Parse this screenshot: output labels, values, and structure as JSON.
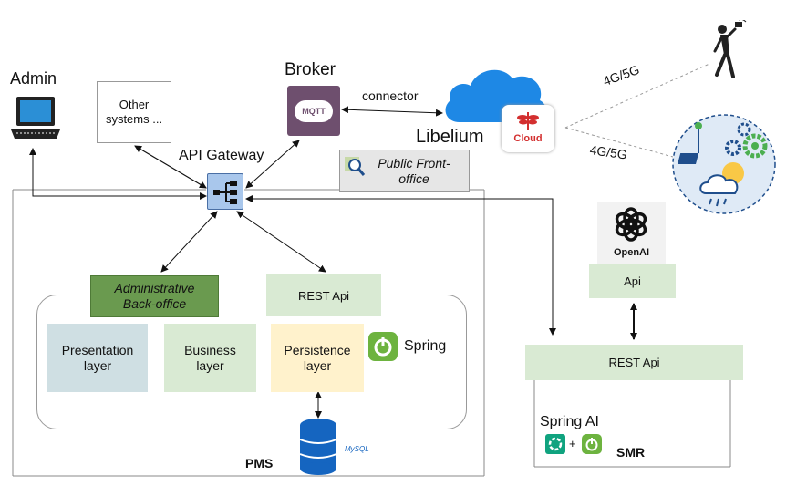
{
  "labels": {
    "admin": "Admin",
    "broker": "Broker",
    "connector": "connector",
    "libelium": "Libelium",
    "api_gateway": "API Gateway",
    "other_systems": "Other systems ...",
    "public_front_office": "Public Front-office",
    "administrative_back_office": "Administrative Back-office",
    "rest_api_pms": "REST Api",
    "presentation_layer": "Presentation layer",
    "business_layer": "Business layer",
    "persistence_layer": "Persistence layer",
    "spring": "Spring",
    "pms": "PMS",
    "openai": "OpenAI",
    "openai_api": "Api",
    "rest_api_smr": "REST Api",
    "spring_ai": "Spring AI",
    "plus": "+",
    "smr": "SMR",
    "network_1": "4G/5G",
    "network_2": "4G/5G",
    "mqtt": "MQTT",
    "cloud": "Cloud",
    "mysql": "MySQL"
  },
  "colors": {
    "back_office_fill": "#6a9a4f",
    "rest_api_fill": "#d9ead3",
    "presentation_fill": "#cfdfe3",
    "business_fill": "#d9ead3",
    "persistence_fill": "#fff2cc",
    "front_office_fill": "#e6e6e6",
    "spring_green": "#6db33f",
    "mqtt_purple": "#6e4f6e",
    "cloud_blue": "#1e88e5",
    "libelium_red": "#d32f2f",
    "db_blue": "#1565c0",
    "gateway_blue": "#a9c7ec"
  },
  "icons": [
    "laptop-icon",
    "mqtt-icon",
    "cloud-icon",
    "dragonfly-icon",
    "api-gateway-icon",
    "search-icon",
    "spring-icon",
    "database-icon",
    "openai-icon",
    "walking-person-icon",
    "smart-environment-icon"
  ]
}
